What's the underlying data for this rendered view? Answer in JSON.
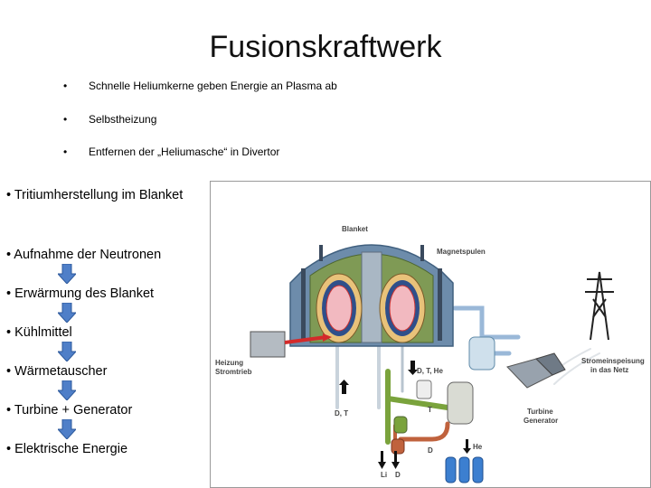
{
  "slide": {
    "title": "Fusionskraftwerk",
    "bullets": [
      "Schnelle Heliumkerne geben Energie an Plasma ab",
      "Selbstheizung",
      "Entfernen der „Heliumasche“ in Divertor"
    ]
  },
  "process": {
    "steps": [
      "• Tritiumherstellung im Blanket",
      "• Aufnahme der Neutronen",
      "• Erwärmung des Blanket",
      "• Kühlmittel",
      "• Wärmetauscher",
      "• Turbine + Generator",
      "• Elektrische Energie"
    ],
    "arrow_color": "#4f7fc8"
  },
  "diagram": {
    "labels": {
      "blanket": "Blanket",
      "magnetspulen": "Magnetspulen",
      "heizung": "Heizung",
      "stromtrieb": "Stromtrieb",
      "dth": "D, T, He",
      "t": "T",
      "dt": "D, T",
      "d": "D",
      "he": "He",
      "li": "Li",
      "d_bottom": "D",
      "turbine": "Turbine",
      "generator": "Generator",
      "strom1": "Stromeinspeisung",
      "strom2": "in das Netz"
    }
  }
}
